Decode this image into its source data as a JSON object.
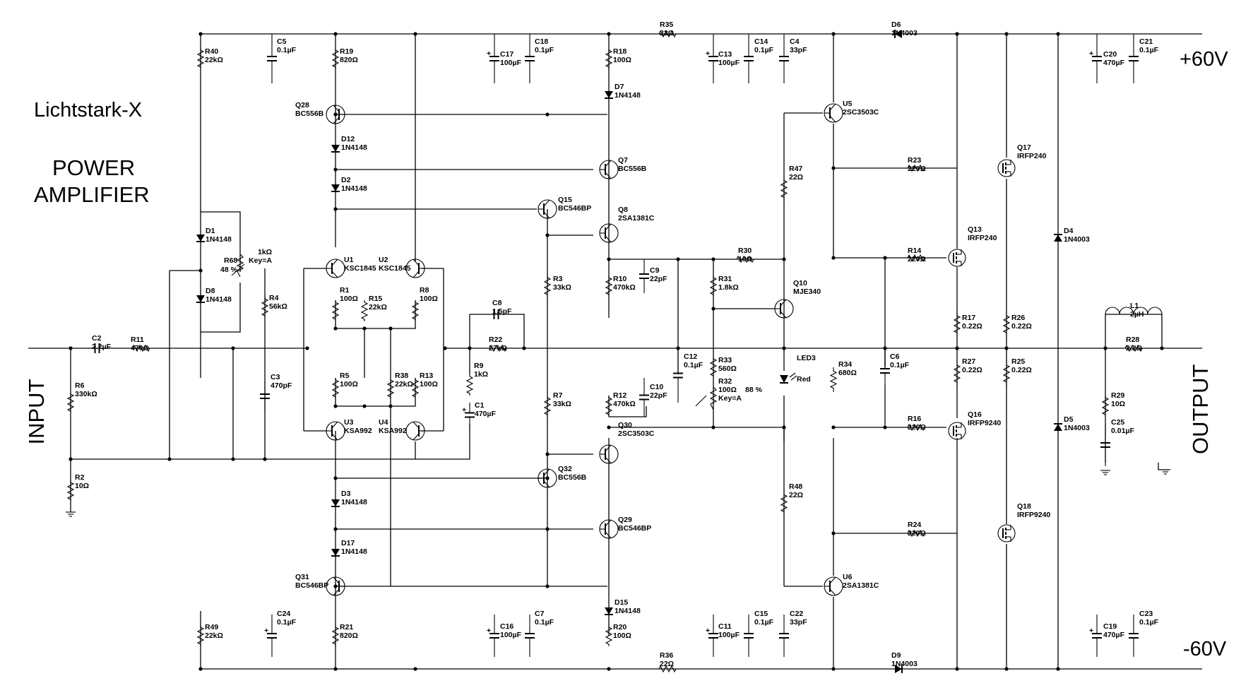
{
  "title": "Lichtstark-X",
  "subtitle_line1": "POWER",
  "subtitle_line2": "AMPLIFIER",
  "rails": {
    "positive": "+60V",
    "negative": "-60V"
  },
  "io": {
    "input": "INPUT",
    "output": "OUTPUT"
  },
  "components": [
    {
      "ref": "R40",
      "value": "22kΩ"
    },
    {
      "ref": "C5",
      "value": "0.1µF"
    },
    {
      "ref": "R19",
      "value": "820Ω"
    },
    {
      "ref": "C17",
      "value": "100µF"
    },
    {
      "ref": "C18",
      "value": "0.1µF"
    },
    {
      "ref": "R18",
      "value": "100Ω"
    },
    {
      "ref": "R35",
      "value": "22Ω"
    },
    {
      "ref": "C13",
      "value": "100µF"
    },
    {
      "ref": "C14",
      "value": "0.1µF"
    },
    {
      "ref": "C4",
      "value": "33pF"
    },
    {
      "ref": "D6",
      "value": "1N4003"
    },
    {
      "ref": "C20",
      "value": "470µF"
    },
    {
      "ref": "C21",
      "value": "0.1µF"
    },
    {
      "ref": "Q28",
      "value": "BC556B"
    },
    {
      "ref": "D7",
      "value": "1N4148"
    },
    {
      "ref": "U5",
      "value": "2SC3503C"
    },
    {
      "ref": "D12",
      "value": "1N4148"
    },
    {
      "ref": "Q17",
      "value": "IRFP240"
    },
    {
      "ref": "Q7",
      "value": "BC556B"
    },
    {
      "ref": "R47",
      "value": "22Ω"
    },
    {
      "ref": "R23",
      "value": "220Ω"
    },
    {
      "ref": "D2",
      "value": "1N4148"
    },
    {
      "ref": "Q15",
      "value": "BC546BP"
    },
    {
      "ref": "Q8",
      "value": "2SA1381C"
    },
    {
      "ref": "D1",
      "value": "1N4148"
    },
    {
      "ref": "Q13",
      "value": "IRFP240"
    },
    {
      "ref": "D4",
      "value": "1N4003"
    },
    {
      "ref": "R30",
      "value": "10Ω"
    },
    {
      "ref": "R14",
      "value": "220Ω"
    },
    {
      "ref": "U1",
      "value": "KSC1845"
    },
    {
      "ref": "U2",
      "value": "KSC1845"
    },
    {
      "ref": "R68",
      "value": "1kΩ"
    },
    {
      "ref": "C9",
      "value": "22pF"
    },
    {
      "ref": "R3",
      "value": "33kΩ"
    },
    {
      "ref": "R10",
      "value": "470kΩ"
    },
    {
      "ref": "R31",
      "value": "1.8kΩ"
    },
    {
      "ref": "Q10",
      "value": "MJE340"
    },
    {
      "ref": "D8",
      "value": "1N4148"
    },
    {
      "ref": "R1",
      "value": "100Ω"
    },
    {
      "ref": "R15",
      "value": "22kΩ"
    },
    {
      "ref": "R8",
      "value": "100Ω"
    },
    {
      "ref": "R4",
      "value": "56kΩ"
    },
    {
      "ref": "C8",
      "value": "1.5pF"
    },
    {
      "ref": "L1",
      "value": "2µH"
    },
    {
      "ref": "R17",
      "value": "0.22Ω"
    },
    {
      "ref": "R26",
      "value": "0.22Ω"
    },
    {
      "ref": "C2",
      "value": "2.2µF"
    },
    {
      "ref": "R11",
      "value": "470Ω"
    },
    {
      "ref": "R22",
      "value": "27kΩ"
    },
    {
      "ref": "C12",
      "value": "0.1µF"
    },
    {
      "ref": "LED3",
      "value": "Red"
    },
    {
      "ref": "R34",
      "value": "680Ω"
    },
    {
      "ref": "C6",
      "value": "0.1µF"
    },
    {
      "ref": "R28",
      "value": "2.2Ω"
    },
    {
      "ref": "R27",
      "value": "0.22Ω"
    },
    {
      "ref": "R25",
      "value": "0.22Ω"
    },
    {
      "ref": "R33",
      "value": "560Ω"
    },
    {
      "ref": "R32",
      "value": "100Ω"
    },
    {
      "ref": "C3",
      "value": "470pF"
    },
    {
      "ref": "R5",
      "value": "100Ω"
    },
    {
      "ref": "R38",
      "value": "22kΩ"
    },
    {
      "ref": "R13",
      "value": "100Ω"
    },
    {
      "ref": "R9",
      "value": "1kΩ"
    },
    {
      "ref": "R6",
      "value": "330kΩ"
    },
    {
      "ref": "C1",
      "value": "470µF"
    },
    {
      "ref": "R7",
      "value": "33kΩ"
    },
    {
      "ref": "R12",
      "value": "470kΩ"
    },
    {
      "ref": "C10",
      "value": "22pF"
    },
    {
      "ref": "R29",
      "value": "10Ω"
    },
    {
      "ref": "U3",
      "value": "KSA992"
    },
    {
      "ref": "U4",
      "value": "KSA992"
    },
    {
      "ref": "Q30",
      "value": "2SC3503C"
    },
    {
      "ref": "R16",
      "value": "220Ω"
    },
    {
      "ref": "Q16",
      "value": "IRFP9240"
    },
    {
      "ref": "C25",
      "value": "0.01µF"
    },
    {
      "ref": "R2",
      "value": "10Ω"
    },
    {
      "ref": "Q32",
      "value": "BC556B"
    },
    {
      "ref": "D3",
      "value": "1N4148"
    },
    {
      "ref": "R48",
      "value": "22Ω"
    },
    {
      "ref": "Q29",
      "value": "BC546BP"
    },
    {
      "ref": "R24",
      "value": "220Ω"
    },
    {
      "ref": "Q18",
      "value": "IRFP9240"
    },
    {
      "ref": "D17",
      "value": "1N4148"
    },
    {
      "ref": "Q31",
      "value": "BC546BP"
    },
    {
      "ref": "U6",
      "value": "2SA1381C"
    },
    {
      "ref": "D15",
      "value": "1N4148"
    },
    {
      "ref": "C24",
      "value": "0.1µF"
    },
    {
      "ref": "C16",
      "value": "100µF"
    },
    {
      "ref": "C7",
      "value": "0.1µF"
    },
    {
      "ref": "C11",
      "value": "100µF"
    },
    {
      "ref": "C15",
      "value": "0.1µF"
    },
    {
      "ref": "C22",
      "value": "33pF"
    },
    {
      "ref": "C19",
      "value": "470µF"
    },
    {
      "ref": "C23",
      "value": "0.1µF"
    },
    {
      "ref": "R49",
      "value": "22kΩ"
    },
    {
      "ref": "R21",
      "value": "820Ω"
    },
    {
      "ref": "R20",
      "value": "100Ω"
    },
    {
      "ref": "R36",
      "value": "22Ω"
    },
    {
      "ref": "D9",
      "value": "1N4003"
    },
    {
      "ref": "D5",
      "value": "1N4003"
    }
  ],
  "pots": {
    "R68": {
      "percent": "48 %",
      "key": "Key=A"
    },
    "R32": {
      "percent": "88 %",
      "key": "Key=A"
    }
  }
}
